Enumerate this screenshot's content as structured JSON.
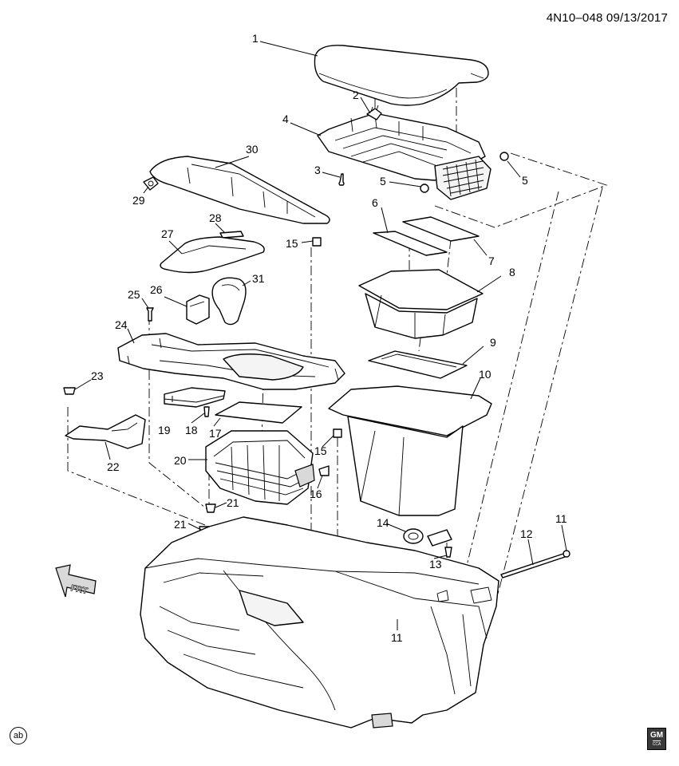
{
  "header": {
    "code": "4N10–048 09/13/2017"
  },
  "callouts": [
    "1",
    "2",
    "3",
    "4",
    "5",
    "5",
    "6",
    "7",
    "8",
    "9",
    "10",
    "11",
    "11",
    "12",
    "13",
    "14",
    "15",
    "15",
    "16",
    "17",
    "18",
    "19",
    "20",
    "21",
    "21",
    "22",
    "23",
    "24",
    "25",
    "26",
    "27",
    "28",
    "29",
    "30",
    "31"
  ],
  "corner_mark": "ab",
  "logo": {
    "main": "GM",
    "sub": "CCA"
  }
}
